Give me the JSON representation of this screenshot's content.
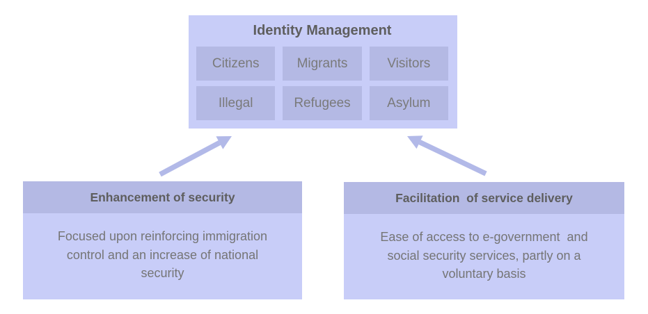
{
  "diagram": {
    "top_box": {
      "title": "Identity Management",
      "items": [
        "Citizens",
        "Migrants",
        "Visitors",
        "Illegal",
        "Refugees",
        "Asylum"
      ]
    },
    "left_box": {
      "header": "Enhancement of security",
      "body": "Focused upon reinforcing immigration\ncontrol and an increase of national\nsecurity"
    },
    "right_box": {
      "header": "Facilitation  of service delivery",
      "body": "Ease of access to e-government  and\nsocial security services, partly on a\nvoluntary basis"
    },
    "colors": {
      "panel_light": "#c8cdf8",
      "panel_medium": "#b4b9e4",
      "arrow": "#b2b9e8",
      "heading_text": "#5e5e5e",
      "body_text": "#757575"
    }
  }
}
